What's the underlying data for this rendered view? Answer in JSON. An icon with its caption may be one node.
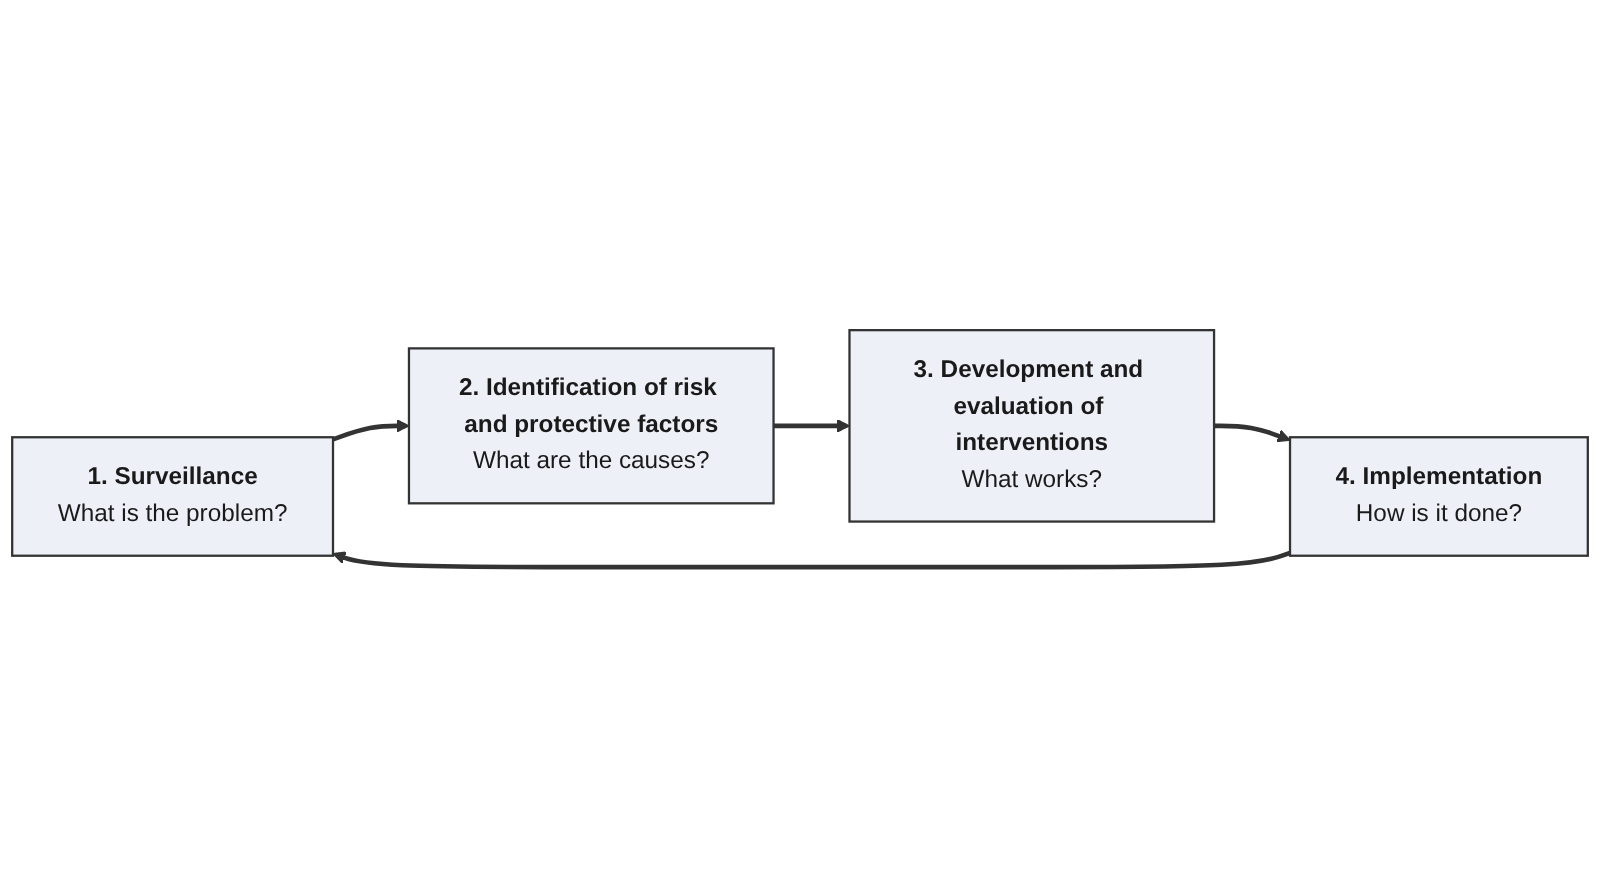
{
  "diagram": {
    "nodes": [
      {
        "text": [
          "1. Surveillance",
          "What is the problem?"
        ]
      },
      {
        "text": [
          "2. Identification of risk and protective factors",
          "What are the causes?"
        ]
      },
      {
        "text": [
          "3. Development and evaluation of interventions",
          "What works?"
        ]
      },
      {
        "text": [
          "4. Implementation",
          "How is it done?"
        ]
      }
    ],
    "edges": [
      {
        "from": 0,
        "to": 1,
        "arrow": "to"
      },
      {
        "from": 1,
        "to": 2,
        "arrow": "to"
      },
      {
        "from": 2,
        "to": 3,
        "arrow": "to"
      },
      {
        "from": 3,
        "to": 0,
        "arrow": "to"
      }
    ]
  }
}
